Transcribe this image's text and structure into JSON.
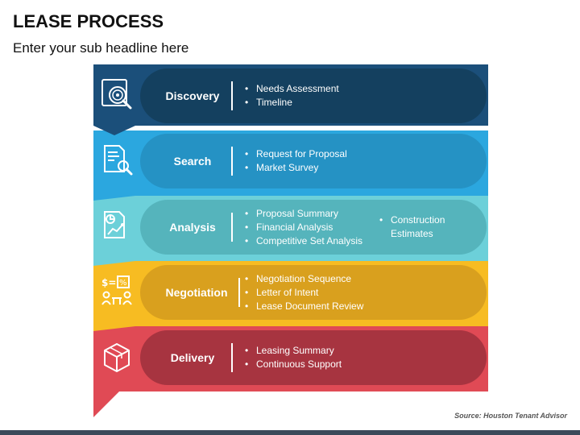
{
  "header": {
    "title": "LEASE PROCESS",
    "subtitle": "Enter your sub headline here"
  },
  "steps": [
    {
      "label": "Discovery",
      "icon": "magnifier-target-icon",
      "band_color": "#1b4f7a",
      "pill_color": "#14405f",
      "bullets": [
        "Needs Assessment",
        "Timeline"
      ],
      "bullets_extra": []
    },
    {
      "label": "Search",
      "icon": "document-search-icon",
      "band_color": "#2ba7df",
      "pill_color": "#2592c4",
      "bullets": [
        "Request for Proposal",
        "Market Survey"
      ],
      "bullets_extra": []
    },
    {
      "label": "Analysis",
      "icon": "report-chart-icon",
      "band_color": "#6cd0d9",
      "pill_color": "#55b4bc",
      "bullets": [
        "Proposal Summary",
        "Financial Analysis",
        "Competitive Set Analysis"
      ],
      "bullets_extra": [
        "Construction Estimates"
      ]
    },
    {
      "label": "Negotiation",
      "icon": "negotiation-icon",
      "band_color": "#f7bc22",
      "pill_color": "#d9a01e",
      "bullets": [
        "Negotiation Sequence",
        "Letter of Intent",
        "Lease Document Review"
      ],
      "bullets_extra": []
    },
    {
      "label": "Delivery",
      "icon": "box-icon",
      "band_color": "#e04a55",
      "pill_color": "#a73440",
      "bullets": [
        "Leasing Summary",
        "Continuous Support"
      ],
      "bullets_extra": []
    }
  ],
  "source": "Source: Houston Tenant Advisor"
}
